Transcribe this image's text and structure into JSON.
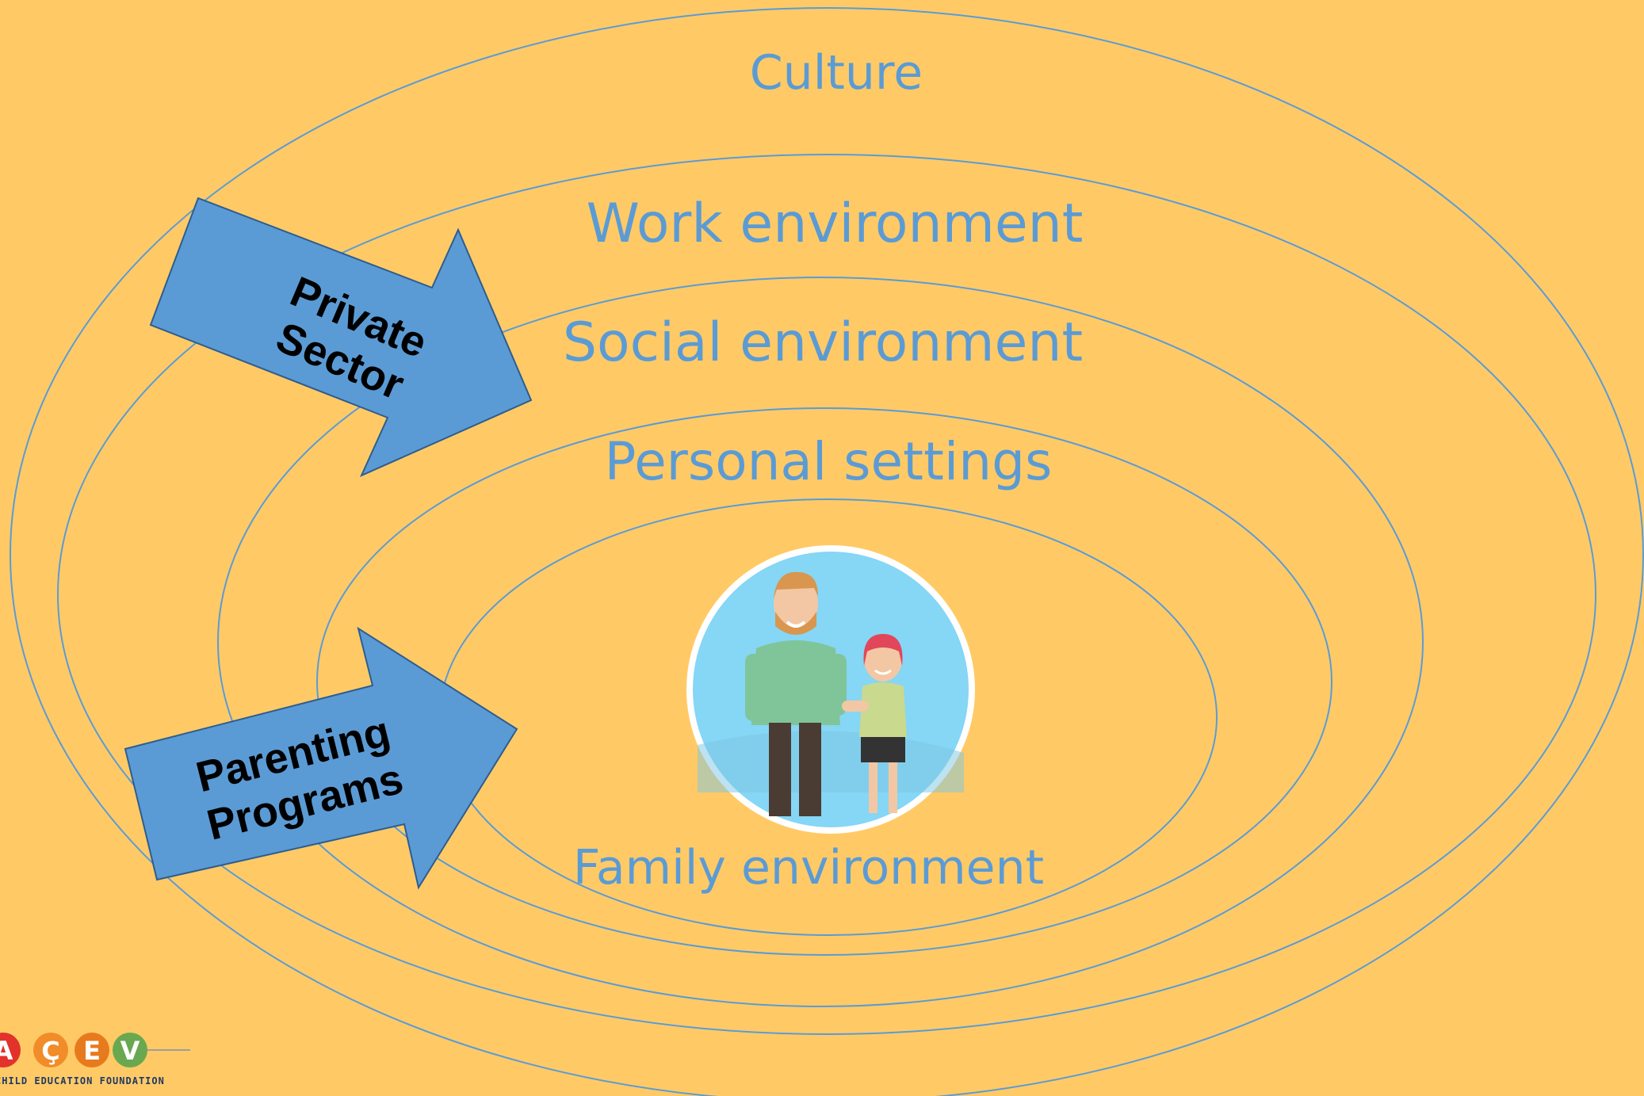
{
  "diagram": {
    "rings": [
      {
        "label": "Culture"
      },
      {
        "label": "Work environment"
      },
      {
        "label": "Social environment"
      },
      {
        "label": "Personal settings"
      },
      {
        "label": "Family environment"
      }
    ],
    "arrows": [
      {
        "line1": "Private",
        "line2": "Sector"
      },
      {
        "line1": "Parenting",
        "line2": "Programs"
      }
    ],
    "illustration_icon": "father-and-daughter-icon"
  },
  "logo": {
    "letters": [
      "A",
      "Ç",
      "E",
      "V"
    ],
    "tagline": "CHILD EDUCATION FOUNDATION"
  },
  "colors": {
    "background": "#FFCA66",
    "ring_stroke": "#5B9BD5",
    "label_text": "#5B9BD5",
    "arrow_fill": "#5B9BD5",
    "arrow_stroke": "#2E5D8E",
    "arrow_text": "#000000",
    "logo_letters": [
      "#E2322B",
      "#F28C28",
      "#E87A1E",
      "#6AA84F"
    ]
  }
}
